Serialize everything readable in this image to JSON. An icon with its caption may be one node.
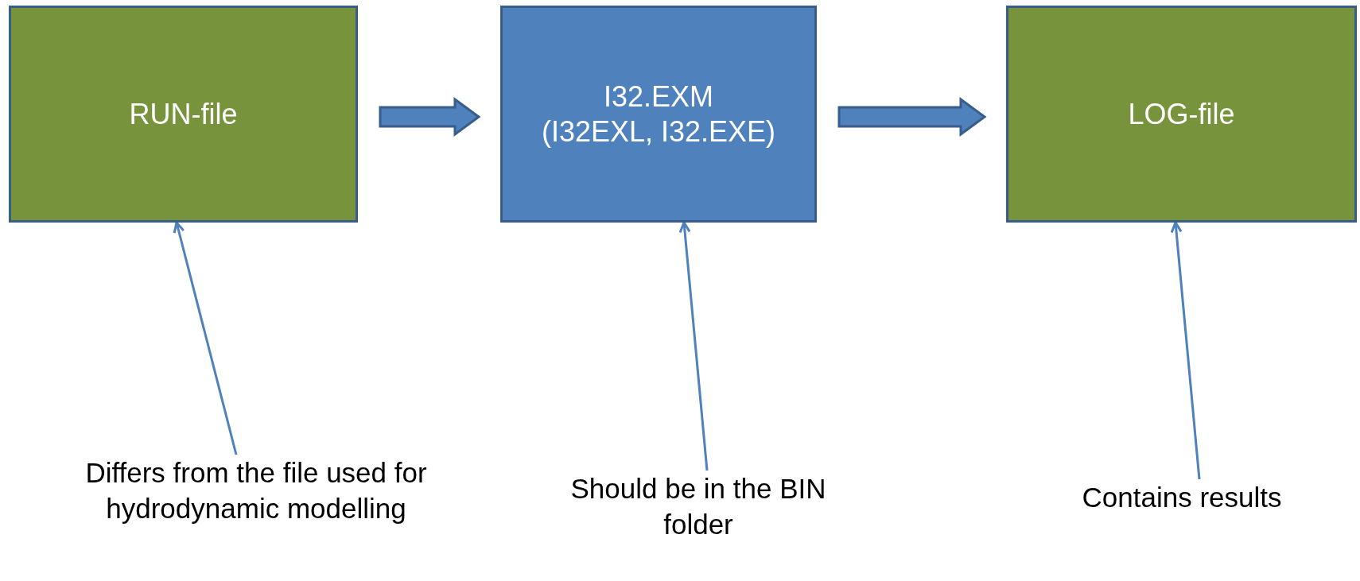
{
  "diagram": {
    "nodes": [
      {
        "text": [
          "RUN-file"
        ]
      },
      {
        "text": [
          "I32.EXM",
          "(I32EXL, I32.EXE)"
        ]
      },
      {
        "text": [
          "LOG-file"
        ]
      },
      {
        "text": [
          "Differs from the file used for hydrodynamic modelling"
        ]
      },
      {
        "text": [
          "Should be in the BIN folder"
        ]
      },
      {
        "text": [
          "Contains results"
        ]
      }
    ],
    "edges": [
      {
        "from": 0,
        "to": 1,
        "arrow": "to",
        "style": "thick"
      },
      {
        "from": 1,
        "to": 2,
        "arrow": "to",
        "style": "thick"
      },
      {
        "from": 3,
        "to": 0,
        "arrow": "to"
      },
      {
        "from": 4,
        "to": 1,
        "arrow": "to"
      },
      {
        "from": 5,
        "to": 2,
        "arrow": "to"
      }
    ]
  }
}
